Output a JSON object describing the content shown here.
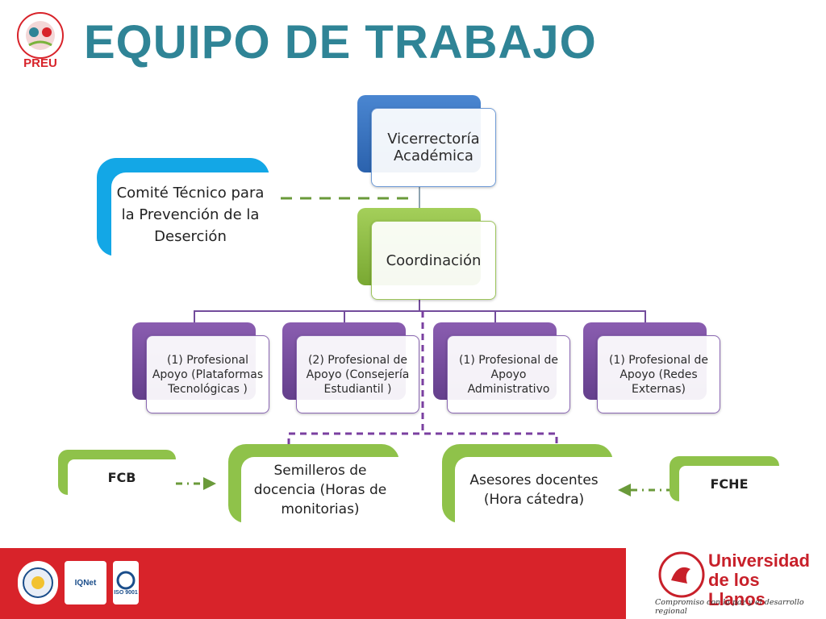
{
  "title": "EQUIPO DE TRABAJO",
  "logo": {
    "text": "PREU"
  },
  "nodes": {
    "vicerrectoria": "Vicerrectoría Académica",
    "coordinacion": "Coordinación",
    "comite": "Comité Técnico para la Prevención de la  Deserción",
    "prof1": "(1) Profesional Apoyo (Plataformas Tecnológicas )",
    "prof2": "(2) Profesional de Apoyo (Consejería Estudiantil )",
    "prof3": "(1) Profesional de Apoyo Administrativo",
    "prof4": "(1) Profesional de Apoyo  (Redes Externas)",
    "semilleros": "Semilleros de docencia (Horas de monitorias)",
    "asesores": "Asesores docentes (Hora cátedra)",
    "fcb": "FCB",
    "fche": "FCHE"
  },
  "footer": {
    "cert1": "",
    "cert2": "IQNet",
    "cert3": "ISO 9001",
    "university": "Universidad de los Llanos",
    "tagline": "Compromiso con la paz y el desarrollo regional"
  },
  "colors": {
    "title": "#2f8496",
    "blue": "#3a73c0",
    "green": "#8fbd45",
    "purple": "#734c9c",
    "cyan": "#13a7e6",
    "red": "#d8232a"
  }
}
